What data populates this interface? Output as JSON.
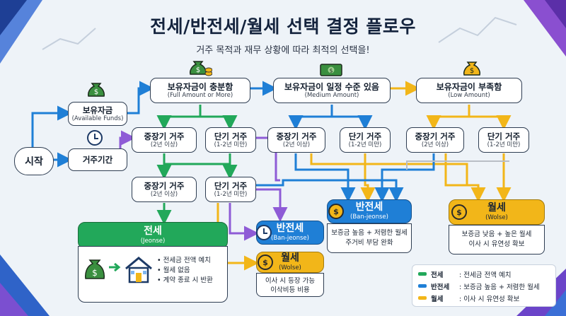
{
  "title": "전세/반전세/월세 선택 결정 플로우",
  "subtitle": "거주 목적과 재무 상황에 따라 최적의 선택을!",
  "start": "시작",
  "left": {
    "funds": {
      "main": "보유자금",
      "sub": "(Available Funds)"
    },
    "period": {
      "main": "거주기간"
    }
  },
  "top": {
    "full": {
      "main": "보유자금이 충분함",
      "sub": "(Full Amount or More)"
    },
    "medium": {
      "main": "보유자금이 일정 수준 있음",
      "sub": "(Medium Amount)"
    },
    "low": {
      "main": "보유자금이 부족함",
      "sub": "(Low Amount)"
    }
  },
  "period_nodes": {
    "mid_term": {
      "main": "중장기 거주",
      "sub": "(2년 이상)"
    },
    "short_term": {
      "main": "단기 거주",
      "sub": "(1-2년 미만)"
    }
  },
  "results": {
    "jeonse": {
      "main": "전세",
      "sub": "(Jeonse)",
      "bullets": [
        "전세금 전액 예치",
        "월세 없음",
        "계약 종료 시 반환"
      ]
    },
    "banjeonse_small": {
      "main": "반전세",
      "sub": "(Ban-jeonse)"
    },
    "wolse_small": {
      "main": "월세",
      "sub": "(Wolse)",
      "line1": "이사 시 등장 가능",
      "line2": "이삭비등 비용"
    },
    "banjeonse_big": {
      "main": "반전세",
      "sub": "(Ban-jeonse)",
      "line1": "보증금 높음 + 저렴한 월세",
      "line2": "주거비 부담 완화"
    },
    "wolse_big": {
      "main": "월세",
      "sub": "(Wolse)",
      "line1": "보증금 낮음 + 높은 월세",
      "line2": "이사 시 유연성 확보"
    }
  },
  "legend": [
    {
      "key": "전세",
      "desc": ": 전세금 전액 예치",
      "color": "#22a85a"
    },
    {
      "key": "반전세",
      "desc": ": 보증금 높음 + 저렴한 월세",
      "color": "#1f7fd6"
    },
    {
      "key": "월세",
      "desc": ": 이사 시 유연성 확보",
      "color": "#f2b619"
    }
  ],
  "colors": {
    "green": "#22a85a",
    "blue": "#1f7fd6",
    "yellow": "#f2b619",
    "purple": "#8e5bd6",
    "gray": "#b9bec6",
    "navy": "#1d3a66"
  },
  "icons": [
    "money-bag-icon",
    "clock-icon",
    "cash-icon",
    "coin-icon",
    "house-icon",
    "arrow-right-icon"
  ]
}
